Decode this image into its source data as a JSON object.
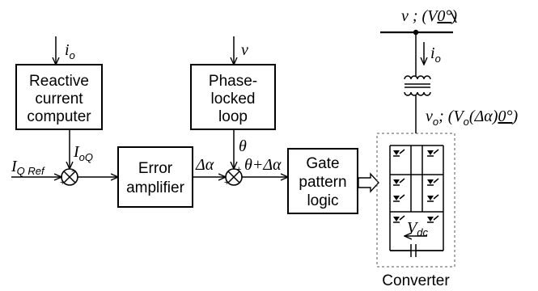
{
  "blocks": {
    "reactive_computer": [
      "Reactive",
      "current",
      "computer"
    ],
    "pll": [
      "Phase-",
      "locked",
      "loop"
    ],
    "error_amp": [
      "Error",
      "amplifier"
    ],
    "gate_logic": [
      "Gate",
      "pattern",
      "logic"
    ],
    "converter": "Converter"
  },
  "signals": {
    "io_top": "i",
    "io_top_sub": "o",
    "v_top": "v",
    "iq_ref": "I",
    "iq_ref_sub": "Q Ref",
    "ioq": "I",
    "ioq_sub": "oQ",
    "theta": "θ",
    "delta_alpha": "Δα",
    "theta_plus_da": "θ+Δα",
    "vdc": "V",
    "vdc_sub": "dc"
  },
  "sum_signs": {
    "minus": "−",
    "plus": "+"
  },
  "bus": {
    "v_label": "v ; (V",
    "v_angle": "0°",
    "v_close": ")",
    "io_label": "i",
    "io_sub": "o",
    "vo_label": "v",
    "vo_sub": "o",
    "vo_rest": "; (V",
    "vo_rest_sub": "o",
    "vo_arg": "(Δα)",
    "vo_angle": "0°",
    "vo_close": ")"
  }
}
